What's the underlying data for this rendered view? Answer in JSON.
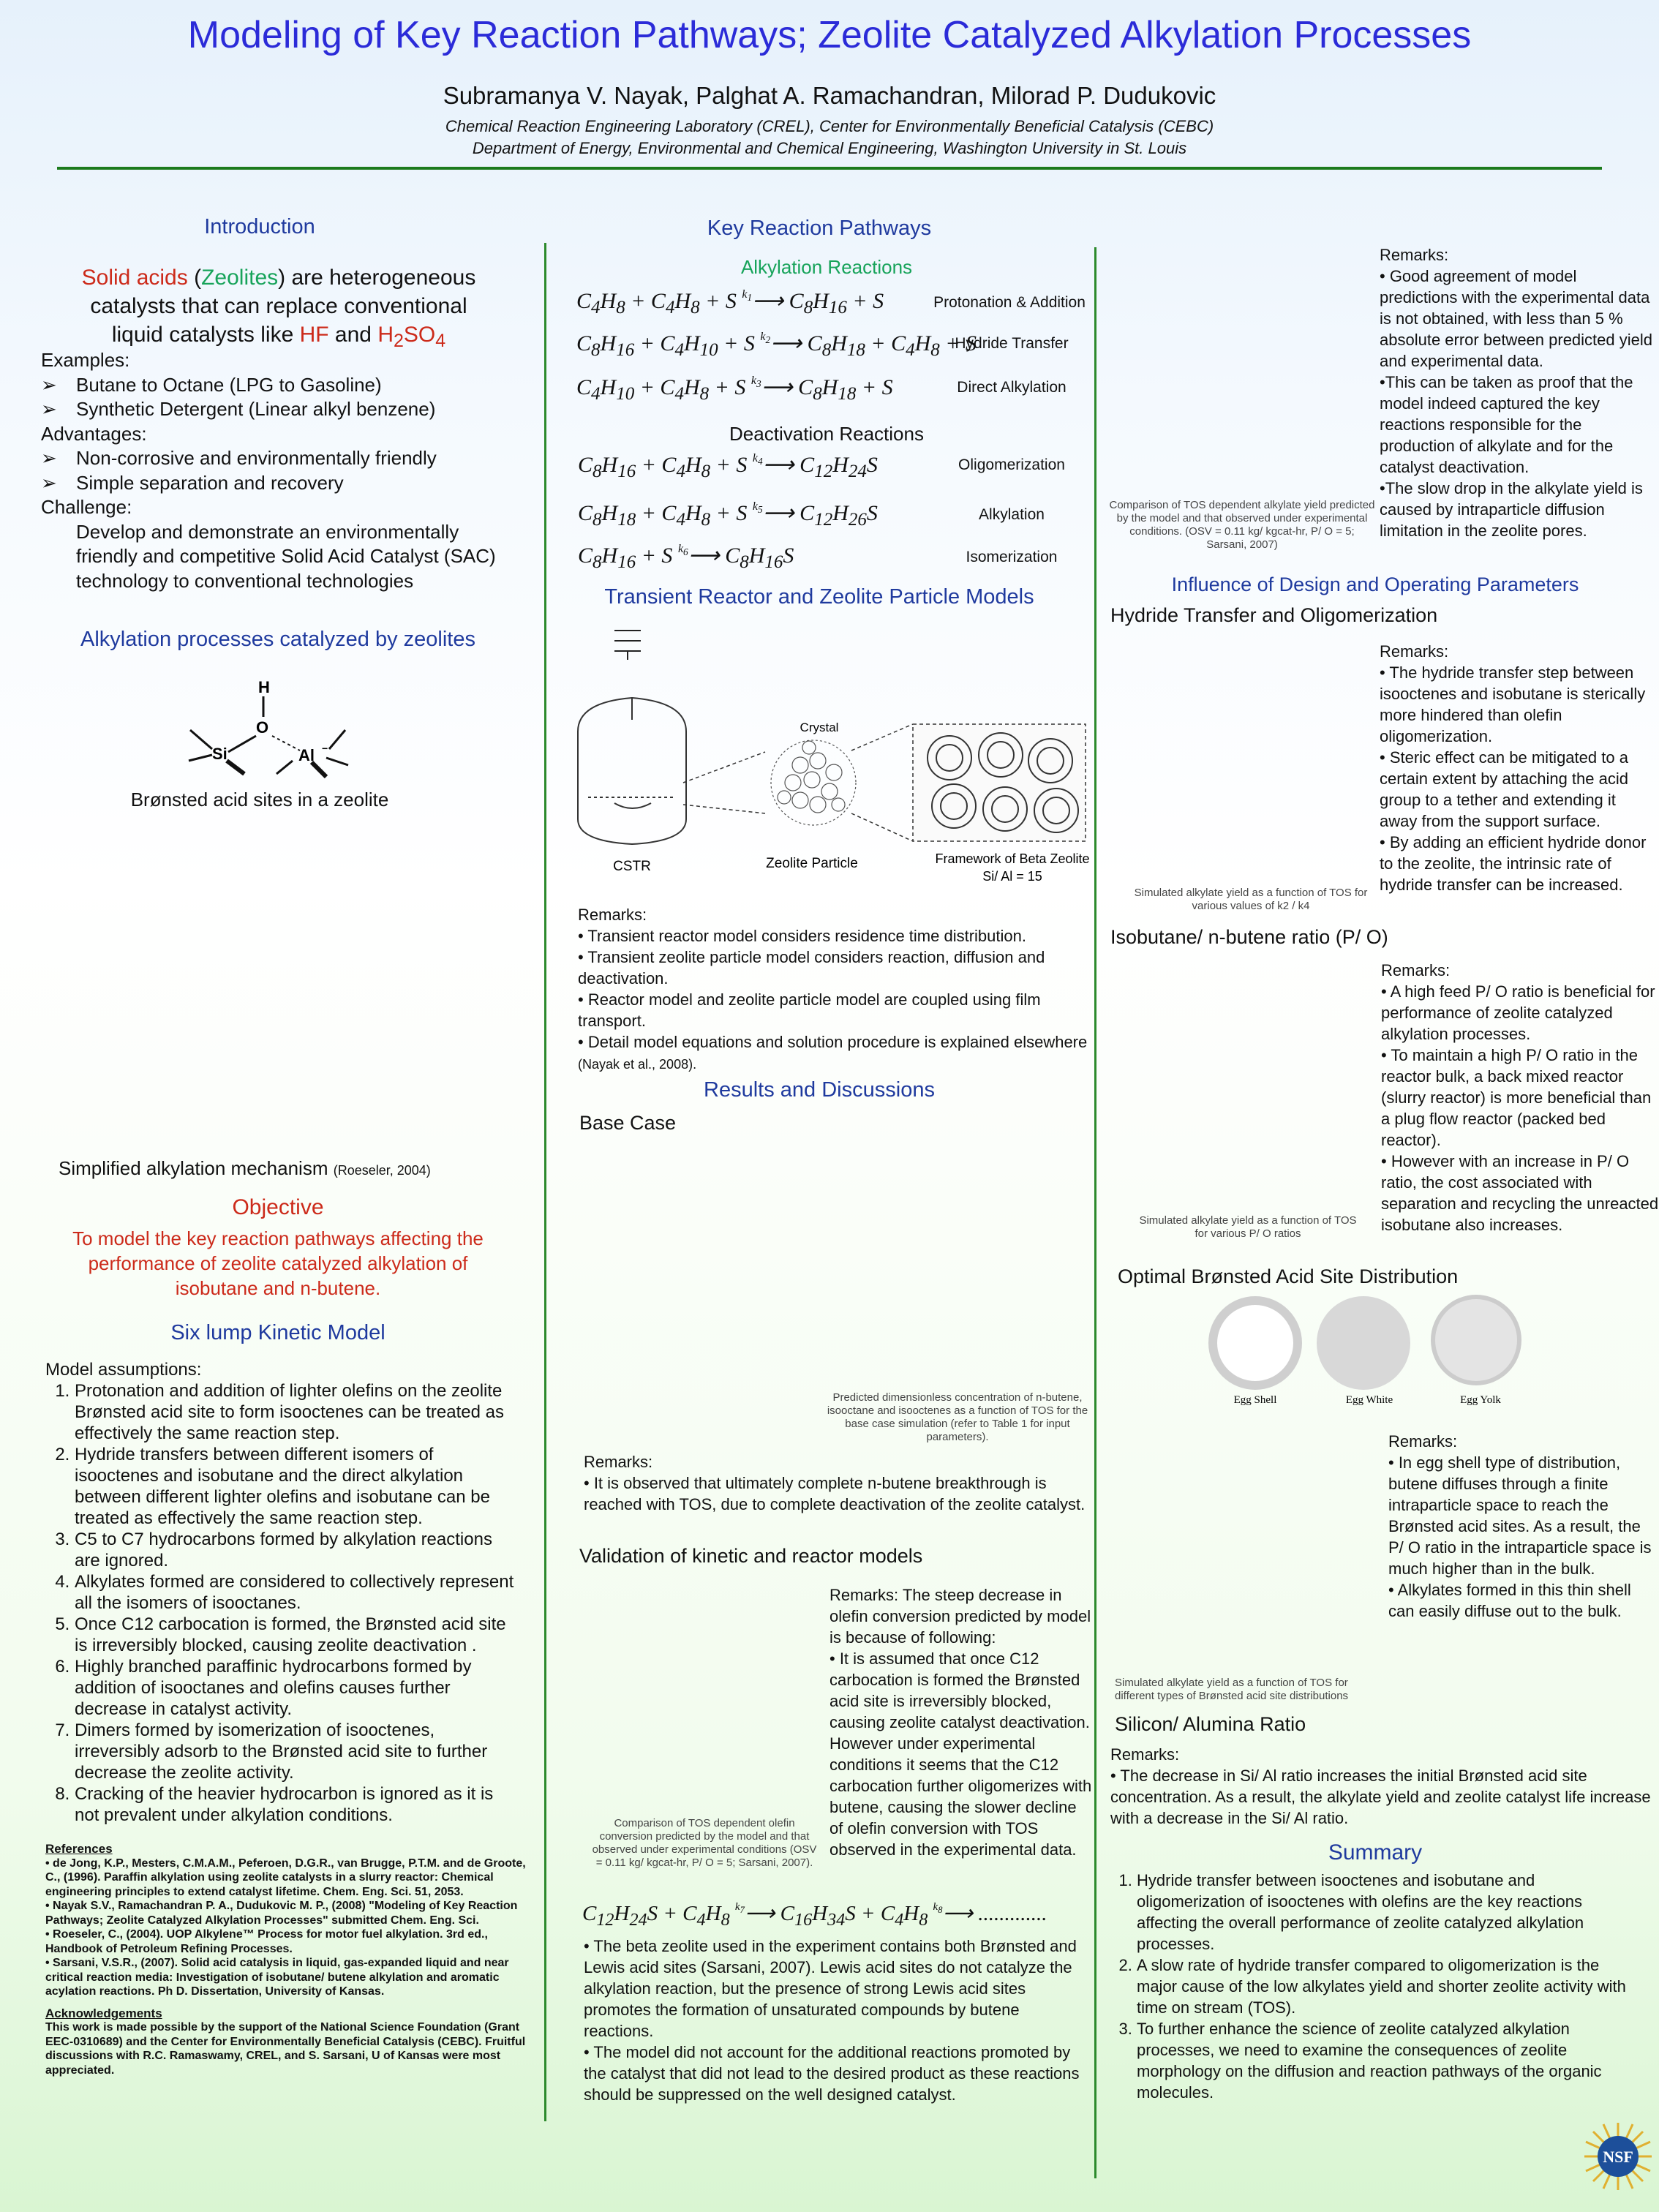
{
  "header": {
    "title": "Modeling of Key Reaction Pathways; Zeolite Catalyzed Alkylation Processes",
    "authors": "Subramanya V. Nayak, Palghat A. Ramachandran,  Milorad P. Dudukovic",
    "affiliation1": "Chemical Reaction Engineering Laboratory (CREL),  Center for Environmentally Beneficial  Catalysis (CEBC)",
    "affiliation2": "Department of Energy, Environmental and Chemical Engineering, Washington University in St. Louis"
  },
  "intro": {
    "heading": "Introduction",
    "lead_1": "Solid acids",
    "lead_2": "(",
    "lead_3": "Zeolites",
    "lead_4": ") are heterogeneous",
    "lead_line2": "catalysts that can replace conventional",
    "lead_line3a": "liquid catalysts like ",
    "lead_hf": "HF",
    "lead_and": " and ",
    "lead_h2": "H",
    "lead_h2sub": "2",
    "lead_so": "SO",
    "lead_so4sub": "4",
    "examples_label": "Examples:",
    "examples": [
      "Butane to Octane (LPG to Gasoline)",
      "Synthetic Detergent (Linear alkyl benzene)"
    ],
    "advantages_label": "Advantages:",
    "advantages": [
      "Non-corrosive and environmentally friendly",
      "Simple separation and recovery"
    ],
    "challenge_label": "Challenge:",
    "challenge_text": "Develop and demonstrate an environmentally friendly and competitive Solid Acid Catalyst (SAC) technology to conventional technologies"
  },
  "alkylation": {
    "heading": "Alkylation processes catalyzed by zeolites",
    "caption": "Brønsted acid sites in a zeolite",
    "atom_h": "H",
    "atom_o": "O",
    "atom_si": "Si",
    "atom_al": "Al",
    "mechanism_caption": "Simplified alkylation mechanism ",
    "mechanism_ref": "(Roeseler, 2004)"
  },
  "objective": {
    "heading": "Objective",
    "text": "To model the key reaction pathways affecting the performance of zeolite catalyzed alkylation of isobutane and n-butene."
  },
  "six_lump": {
    "heading": "Six lump Kinetic Model",
    "assumptions_label": "Model assumptions:",
    "items": [
      "Protonation and addition of lighter olefins on the zeolite Brønsted acid site  to form isooctenes can be treated as effectively the same reaction step.",
      "Hydride transfers between different isomers of isooctenes and isobutane and the direct alkylation between different lighter olefins and isobutane can be treated as effectively the same reaction step.",
      "C5 to C7 hydrocarbons formed by alkylation reactions are ignored.",
      "Alkylates formed are considered to collectively represent all the isomers of isooctanes.",
      "Once C12 carbocation is formed, the Brønsted acid site is irreversibly blocked, causing zeolite deactivation .",
      "Highly branched paraffinic hydrocarbons formed by addition of isooctanes and olefins causes further decrease in catalyst activity.",
      "Dimers formed by isomerization of isooctenes, irreversibly adsorb to the Brønsted acid site to further decrease the zeolite activity.",
      "Cracking of the heavier hydrocarbon is ignored as it is not prevalent under alkylation conditions."
    ]
  },
  "references": {
    "heading": "References",
    "items": [
      "• de Jong, K.P., Mesters, C.M.A.M., Peferoen, D.G.R., van Brugge, P.T.M. and de Groote, C., (1996). Paraffin alkylation using zeolite catalysts in a slurry reactor: Chemical engineering principles to extend catalyst lifetime. Chem. Eng. Sci. 51, 2053.",
      "• Nayak S.V., Ramachandran P. A., Dudukovic M. P., (2008) \"Modeling of Key Reaction Pathways; Zeolite Catalyzed Alkylation Processes\" submitted Chem. Eng. Sci.",
      "• Roeseler, C., (2004). UOP Alkylene™ Process for motor fuel alkylation. 3rd ed., Handbook of Petroleum Refining Processes.",
      "• Sarsani, V.S.R., (2007). Solid acid catalysis in liquid, gas-expanded liquid and near critical reaction media: Investigation of isobutane/ butene alkylation and aromatic acylation reactions. Ph D. Dissertation, University of Kansas."
    ],
    "ack_heading": "Acknowledgements",
    "ack_text": "This work is made possible by the support of the National Science Foundation (Grant EEC-0310689) and the Center for Environmentally Beneficial Catalysis (CEBC). Fruitful discussions with R.C. Ramaswamy, CREL, and S. Sarsani, U of Kansas were most appreciated."
  },
  "pathways": {
    "heading": "Key Reaction Pathways",
    "alkylation_heading": "Alkylation Reactions",
    "deactivation_heading": "Deactivation Reactions",
    "reactions": [
      {
        "eq": "C4H8 + C4H8 + S —k1→ C8H16 + S",
        "label": "Protonation & Addition"
      },
      {
        "eq": "C8H16 + C4H10 + S —k2→ C8H18 + C4H8 + S",
        "label": "Hydride Transfer"
      },
      {
        "eq": "C4H10 + C4H8 + S —k3→ C8H18 + S",
        "label": "Direct Alkylation"
      },
      {
        "eq": "C8H16 + C4H8 + S —k4→ C12H24S",
        "label": "Oligomerization"
      },
      {
        "eq": "C8H18 + C4H8 + S —k5→ C12H26S",
        "label": "Alkylation"
      },
      {
        "eq": "C8H16 + S —k6→ C8H16S",
        "label": "Isomerization"
      }
    ]
  },
  "transient": {
    "heading": "Transient Reactor and Zeolite Particle Models",
    "crystal_label": "Crystal",
    "cstr_label": "CSTR",
    "particle_label": "Zeolite Particle",
    "framework_label": "Framework of Beta Zeolite",
    "sial_label": "Si/ Al = 15",
    "remarks_label": "Remarks:",
    "remarks": [
      "• Transient reactor model considers residence time distribution.",
      "• Transient zeolite particle model considers reaction, diffusion and deactivation.",
      "• Reactor model and zeolite particle model are coupled using film transport.",
      "• Detail model equations and solution procedure is explained elsewhere "
    ],
    "remarks_ref": "(Nayak et al., 2008)."
  },
  "results": {
    "heading": "Results and Discussions",
    "base_case": "Base Case",
    "base_caption": "Predicted dimensionless concentration of n-butene, isooctane and isooctenes as a function of TOS for the base case simulation (refer to Table 1 for input parameters).",
    "base_remarks_label": "Remarks:",
    "base_remarks": "• It is observed that ultimately complete n-butene breakthrough is reached with TOS, due to complete deactivation of the zeolite catalyst.",
    "validation_heading": "Validation of kinetic and reactor models",
    "validation_remarks_lead": "Remarks: The steep decrease in olefin conversion predicted by model is because of following:",
    "validation_remarks_body": "• It is assumed that once C12 carbocation is formed the Brønsted acid site is irreversibly blocked, causing zeolite catalyst deactivation. However under experimental conditions it seems that the C12 carbocation further oligomerizes with butene, causing the slower decline of olefin conversion with TOS observed in the experimental data.",
    "validation_caption": "Comparison of TOS dependent olefin conversion predicted by the model and that observed under experimental conditions (OSV = 0.11 kg/ kgcat-hr, P/ O = 5; Sarsani, 2007).",
    "oligomer_eq": "C12H24S + C4H8 —k7→ C16H34S + C4H8 —k8→ .............",
    "bottom_remarks": [
      "• The beta zeolite used in the experiment contains both Brønsted and Lewis acid sites (Sarsani, 2007). Lewis acid sites do not catalyze the alkylation reaction, but the presence of strong Lewis acid sites promotes the formation of unsaturated compounds by butene reactions.",
      "• The model did not account for the additional reactions promoted by the catalyst that did not lead to the desired product as these reactions should be suppressed on the well designed catalyst."
    ]
  },
  "right": {
    "top_remarks_label": "Remarks:",
    "top_remarks": [
      "• Good agreement of model predictions with the experimental data is not obtained, with less than 5 % absolute error between predicted yield and experimental data.",
      "•This can be taken as proof that the model indeed captured the key reactions responsible for the production of alkylate and for the catalyst deactivation.",
      "•The slow drop in the alkylate yield is caused by intraparticle diffusion limitation in the zeolite pores."
    ],
    "top_caption": "Comparison of TOS dependent alkylate yield predicted by the model and that observed under experimental conditions. (OSV = 0.11 kg/ kgcat-hr, P/ O = 5; Sarsani, 2007)",
    "influence_heading": "Influence of Design and Operating Parameters",
    "hydride_heading": "Hydride Transfer and Oligomerization",
    "hydride_remarks_label": "Remarks:",
    "hydride_remarks": [
      "• The hydride transfer step between isooctenes and isobutane is sterically more hindered than olefin oligomerization.",
      "• Steric effect can be mitigated to a certain extent by attaching the acid group to a tether and extending it away from the support surface.",
      "• By adding an efficient hydride donor to the zeolite, the intrinsic rate of hydride transfer can be increased."
    ],
    "hydride_caption": "Simulated alkylate yield as a function of TOS for various values of k2 / k4",
    "po_heading": "Isobutane/ n-butene ratio (P/ O)",
    "po_remarks_label": "Remarks:",
    "po_remarks": [
      "• A high feed P/ O ratio is beneficial for performance of zeolite catalyzed alkylation processes.",
      "• To maintain a high P/ O ratio in the reactor bulk, a back mixed reactor (slurry reactor) is more beneficial than a plug flow reactor (packed bed reactor).",
      "• However with an increase in P/ O ratio, the cost associated with separation and recycling the unreacted isobutane also increases."
    ],
    "po_caption": "Simulated alkylate yield as a function of TOS for various P/ O ratios",
    "optimal_heading": "Optimal Brønsted Acid Site Distribution",
    "egg_labels": [
      "Egg Shell",
      "Egg White",
      "Egg Yolk"
    ],
    "optimal_remarks_label": "Remarks:",
    "optimal_remarks": [
      "• In egg shell type of distribution, butene diffuses through a finite intraparticle space to reach the Brønsted acid sites. As a result, the P/ O ratio in the intraparticle space is much higher than in the bulk.",
      "• Alkylates formed in this thin shell can easily diffuse out to the bulk."
    ],
    "optimal_caption": "Simulated alkylate yield as a function of TOS for different types of Brønsted acid site distributions",
    "sial_heading": "Silicon/ Alumina Ratio",
    "sial_remarks_label": "Remarks:",
    "sial_remarks": "• The decrease in Si/ Al ratio increases the initial Brønsted acid site concentration. As a result, the alkylate yield and zeolite catalyst life increase with a decrease in the Si/ Al ratio.",
    "summary_heading": "Summary",
    "summary": [
      "Hydride transfer between isooctenes and isobutane and oligomerization of isooctenes with olefins are the key reactions affecting the overall performance of zeolite catalyzed alkylation processes.",
      "A slow rate of hydride transfer compared to oligomerization is the major cause of the low alkylates yield and shorter zeolite activity with time on stream (TOS).",
      "To further enhance the science of zeolite catalyzed alkylation processes, we need to examine the consequences of zeolite morphology on the diffusion and reaction pathways of the organic molecules."
    ],
    "nsf_logo_text": "NSF"
  }
}
